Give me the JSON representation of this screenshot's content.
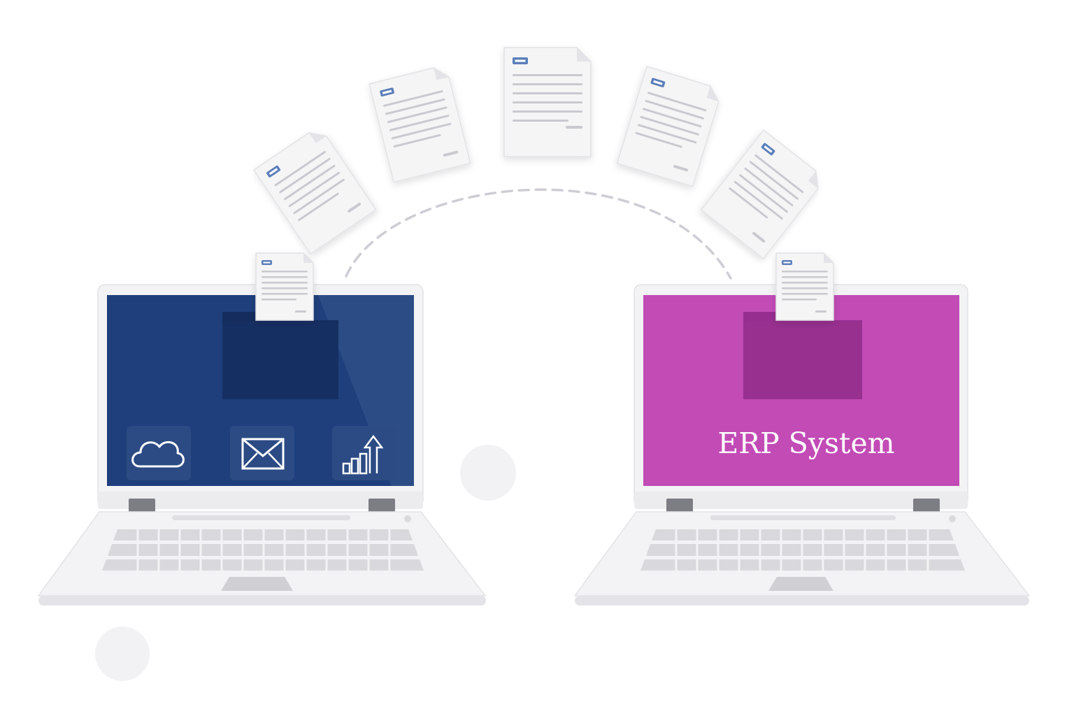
{
  "colors": {
    "source_screen": "#1e3f7c",
    "source_folder": "#142d5e",
    "target_screen": "#c24bb6",
    "target_folder": "#962e90",
    "laptop_body": "#f1f1f3",
    "document": "#f5f5f6",
    "doc_tag": "#5c7fba",
    "dashed_path": "#cfcdd4"
  },
  "source_laptop": {
    "icons": [
      "cloud-icon",
      "envelope-icon",
      "growth-chart-icon"
    ]
  },
  "target_laptop": {
    "label": "ERP System"
  },
  "flying_documents": [
    "document-icon",
    "document-icon",
    "document-icon",
    "document-icon",
    "document-icon"
  ],
  "decorations": [
    "circle",
    "circle"
  ]
}
